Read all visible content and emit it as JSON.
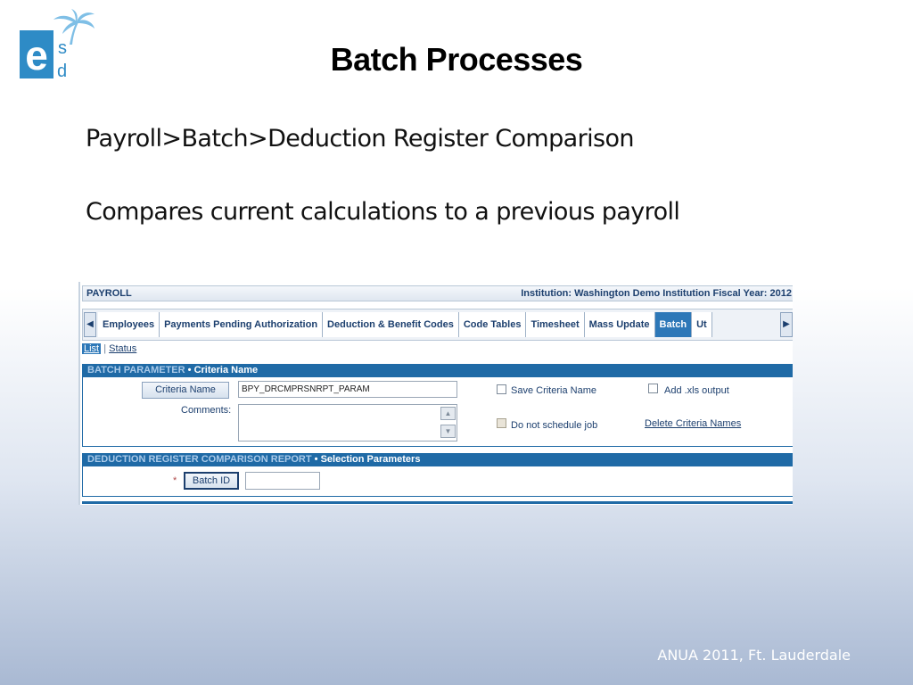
{
  "slide": {
    "title": "Batch Processes",
    "bullets": [
      "Payroll>Batch>Deduction Register Comparison",
      "Compares current calculations to a previous payroll"
    ],
    "footer": "ANUA 2011, Ft. Lauderdale",
    "logo": {
      "letters": [
        "e",
        "s",
        "d"
      ],
      "brand_color": "#2e8bc6",
      "accent_color": "#7fbfe6"
    }
  },
  "screenshot": {
    "module": "PAYROLL",
    "institution_text": "Institution: Washington Demo Institution  Fiscal Year:  2012",
    "tabs": [
      {
        "label": "Employees",
        "active": false
      },
      {
        "label": "Payments Pending Authorization",
        "active": false
      },
      {
        "label": "Deduction & Benefit Codes",
        "active": false
      },
      {
        "label": "Code Tables",
        "active": false
      },
      {
        "label": "Timesheet",
        "active": false
      },
      {
        "label": "Mass Update",
        "active": false
      },
      {
        "label": "Batch",
        "active": true
      },
      {
        "label": "Ut",
        "active": false
      }
    ],
    "icons": {
      "prev": "arrow-left-icon",
      "next": "arrow-right-icon",
      "scroll_up": "scroll-up-icon",
      "scroll_down": "scroll-down-icon"
    },
    "subnav": {
      "list": "List",
      "separator": "|",
      "status": "Status"
    },
    "batch_parameter": {
      "heading_muted": "BATCH PARAMETER",
      "heading_sep": " • ",
      "heading_strong": "Criteria Name",
      "criteria_button": "Criteria Name",
      "criteria_value": "BPY_DRCMPRSNRPT_PARAM",
      "comments_label": "Comments:",
      "comments_value": "",
      "save_criteria_label": "Save Criteria Name",
      "add_xls_label": "Add .xls output",
      "no_schedule_label": "Do not schedule job",
      "delete_link": "Delete Criteria Names"
    },
    "report": {
      "heading_muted": "DEDUCTION REGISTER COMPARISON REPORT",
      "heading_sep": " • ",
      "heading_strong": "Selection Parameters",
      "required_mark": "*",
      "batch_button": "Batch ID",
      "batch_value": ""
    },
    "colors": {
      "header_blue": "#1f6aa6",
      "active_tab": "#2d78b8",
      "text_navy": "#1c3f6e"
    }
  }
}
